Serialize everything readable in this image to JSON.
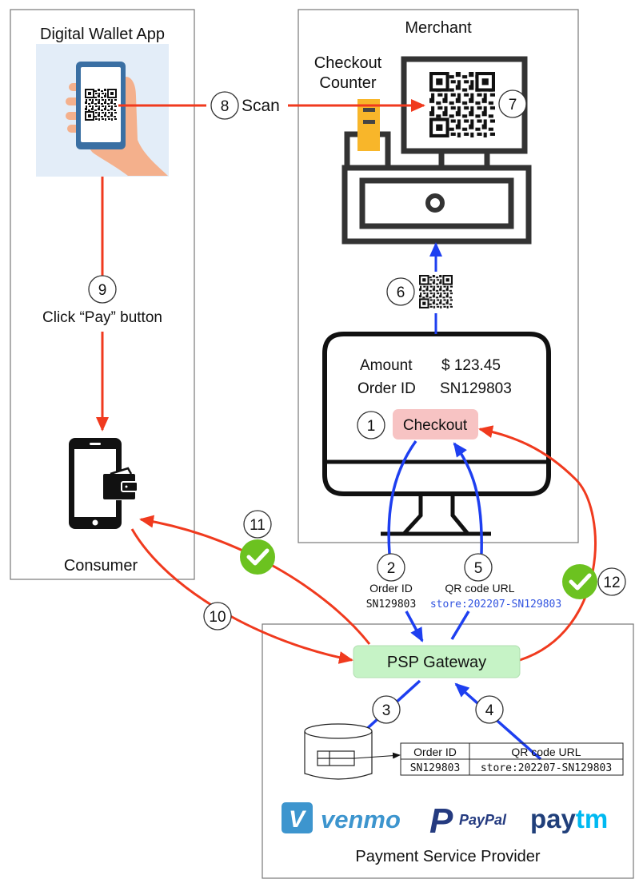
{
  "diagram": {
    "colors": {
      "red_flow": "#f03a1e",
      "blue_flow": "#1e3ff0",
      "checkout_button": "#f7c3c3",
      "gateway_box": "#c6f3c6",
      "check_green": "#6cc220",
      "hand_bg": "#e3edf8",
      "hand_skin": "#f4b08c",
      "phone_blue": "#3a6fa3",
      "printer_yellow": "#f8b62a",
      "venmo_blue": "#3d95ce",
      "paypal_dark": "#253b80",
      "paypal_light": "#179bd7",
      "paytm_dark": "#203f7a",
      "paytm_light": "#00b9f1"
    },
    "wallet": {
      "title": "Digital Wallet App",
      "step9_label": "Click “Pay” button",
      "consumer_label": "Consumer"
    },
    "merchant": {
      "title": "Merchant",
      "counter_label_line1": "Checkout",
      "counter_label_line2": "Counter",
      "amount_label": "Amount",
      "amount_value": "$ 123.45",
      "order_label": "Order ID",
      "order_value": "SN129803",
      "checkout_button": "Checkout"
    },
    "flow": {
      "scan_label": "Scan",
      "step2_title": "Order ID",
      "step2_value": "SN129803",
      "step5_title": "QR code URL",
      "step5_value": "store:202207-SN129803"
    },
    "psp": {
      "gateway_label": "PSP Gateway",
      "table_headers": [
        "Order ID",
        "QR code URL"
      ],
      "table_rows": [
        [
          "SN129803",
          "store:202207-SN129803"
        ]
      ],
      "brands": {
        "venmo_mark": "V",
        "venmo": "venmo",
        "paypal_mark": "P",
        "paypal": "PayPal",
        "paytm_a": "pay",
        "paytm_b": "tm"
      },
      "title": "Payment Service Provider"
    },
    "steps": [
      "1",
      "2",
      "3",
      "4",
      "5",
      "6",
      "7",
      "8",
      "9",
      "10",
      "11",
      "12"
    ]
  }
}
